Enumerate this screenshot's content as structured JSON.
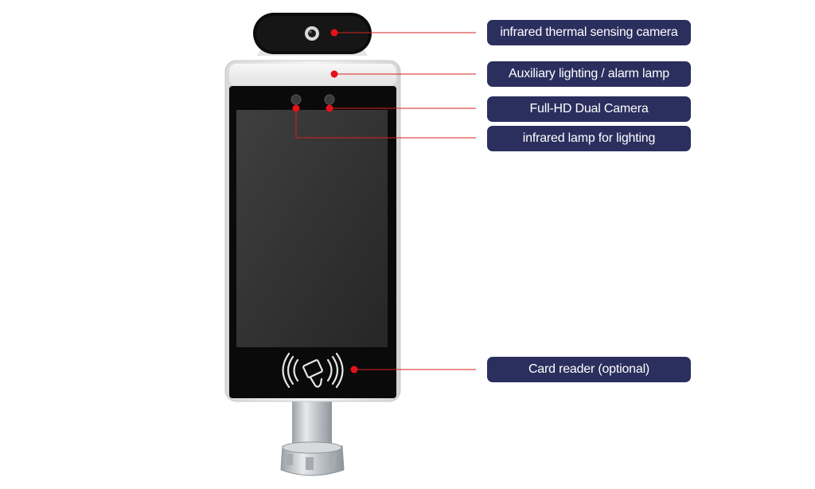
{
  "labels": {
    "thermal_camera": "infrared thermal sensing camera",
    "aux_lighting": "Auxiliary lighting / alarm lamp",
    "dual_camera": "Full-HD Dual Camera",
    "ir_lamp": "infrared lamp for lighting",
    "card_reader": "Card reader (optional)"
  },
  "colors": {
    "label_bg": "#2b2f5e",
    "label_text": "#ffffff",
    "leader_line": "#d9211f",
    "marker_dot": "#e3121a",
    "device_frame": "#ececec",
    "screen_bezel": "#0a0a0a",
    "screen": "#333333",
    "pole": "#c9ccd0"
  },
  "icons": {
    "camera_lens": "lens-icon",
    "nfc": "contactless-card-icon"
  }
}
